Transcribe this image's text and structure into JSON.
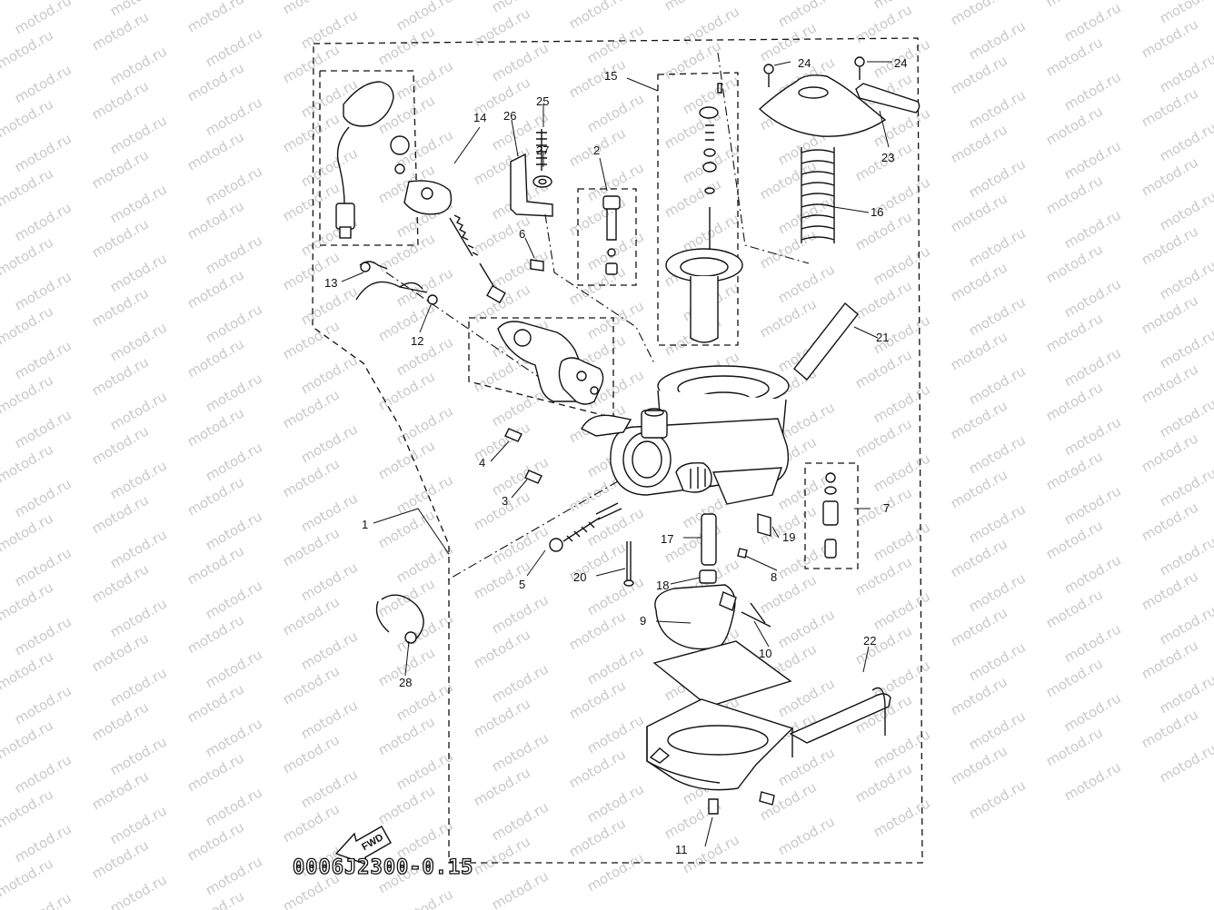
{
  "diagram": {
    "watermark": "motod.ru",
    "footer_code": "0006J2300-0.15",
    "fwd_label": "FWD",
    "callouts": [
      "1",
      "2",
      "3",
      "4",
      "5",
      "6",
      "7",
      "8",
      "9",
      "10",
      "11",
      "12",
      "13",
      "14",
      "15",
      "16",
      "17",
      "18",
      "19",
      "20",
      "21",
      "22",
      "23",
      "24",
      "24",
      "25",
      "26",
      "27",
      "28"
    ]
  }
}
